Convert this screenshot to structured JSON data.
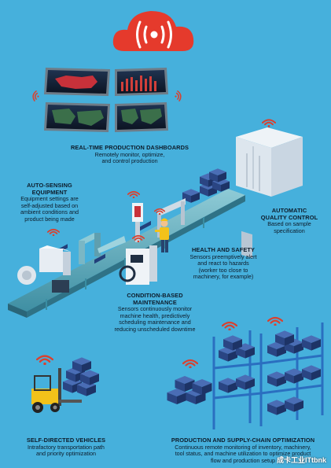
{
  "colors": {
    "background": "#46b0dc",
    "cloud": "#e53a2c",
    "signal": "#d9412f",
    "box_blue": "#2d4b8a",
    "rack_blue": "#2a6fc0",
    "forklift_yellow": "#f3c21a",
    "text": "#0d1b2a"
  },
  "icons": [
    "cloud-wireless-icon",
    "wifi-signal-icon"
  ],
  "labels": {
    "dashboards": {
      "title": "REAL-TIME PRODUCTION DASHBOARDS",
      "desc": [
        "Remotely monitor, optimize,",
        "and control production"
      ]
    },
    "auto_sensing": {
      "title": [
        "AUTO-SENSING",
        "EQUIPMENT"
      ],
      "desc": [
        "Equipment settings are",
        "self-adjusted based on",
        "ambient conditions and",
        "product being made"
      ]
    },
    "quality": {
      "title": [
        "AUTOMATIC",
        "QUALITY CONTROL"
      ],
      "desc": [
        "Based on sample",
        "specification"
      ]
    },
    "health": {
      "title": "HEALTH AND SAFETY",
      "desc": [
        "Sensors preemptively alert",
        "and react to hazards",
        "(worker too close to",
        "machinery, for example)"
      ]
    },
    "maintenance": {
      "title": [
        "CONDITION-BASED",
        "MAINTENANCE"
      ],
      "desc": [
        "Sensors continuously monitor",
        "machine health, predictively",
        "scheduling maintenance and",
        "reducing unscheduled downtime"
      ]
    },
    "vehicles": {
      "title": "SELF-DIRECTED VEHICLES",
      "desc": [
        "Intrafactory transportation path",
        "and priority optimization"
      ]
    },
    "supply_chain": {
      "title": "PRODUCTION AND SUPPLY-CHAIN OPTIMIZATION",
      "desc": [
        "Continuous remote monitoring of inventory, machinery,",
        "tool status, and machine utilization to optimize product",
        "flow and production setup"
      ]
    }
  },
  "watermark": "成卡工业ITtbnk"
}
